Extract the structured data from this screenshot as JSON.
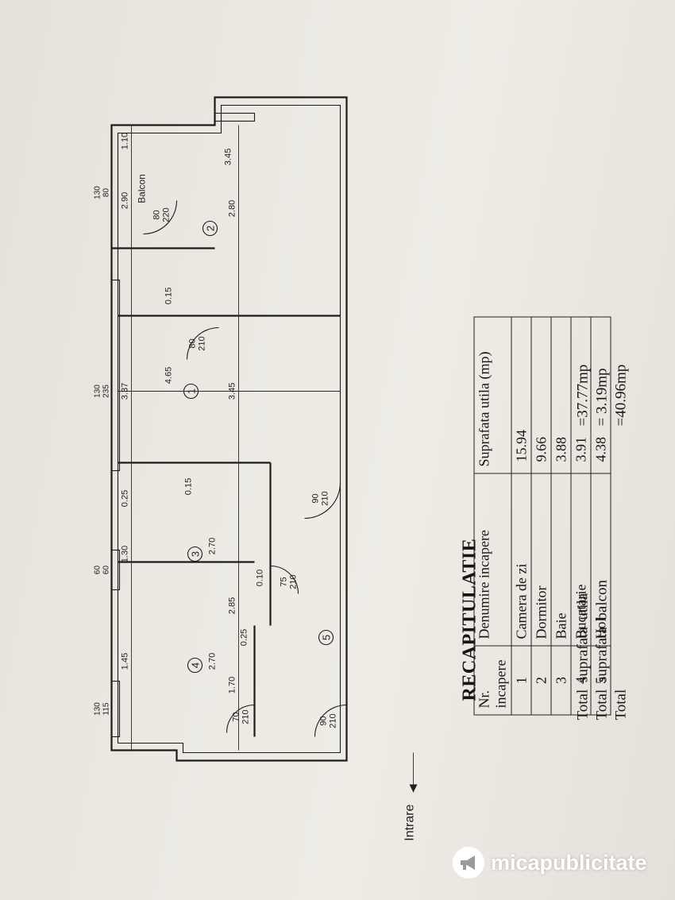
{
  "plan": {
    "entrance_label": "Intrare",
    "balcony_label": "Balcon",
    "room_numbers": [
      "1",
      "2",
      "3",
      "4",
      "5"
    ],
    "dimensions": {
      "top_w1": "1.10",
      "top_w2": "2.90",
      "top_w3": "3.37",
      "top_w4": "0.25",
      "top_w5": "1.30",
      "top_w6": "1.45",
      "left_h": "3.45",
      "room2_w": "2.80",
      "room1_w": "3.45",
      "room1_h": "4.65",
      "wall_015_a": "0.15",
      "wall_015_b": "0.15",
      "bath_h": "2.70",
      "kitchen_h": "2.70",
      "hall_w1": "2.85",
      "hall_w2": "1.70",
      "wall_010": "0.10",
      "wall_025": "0.25"
    },
    "doors": {
      "balcony_door": [
        "80",
        "220"
      ],
      "room1_door": [
        "80",
        "210"
      ],
      "hall_door": [
        "90",
        "210"
      ],
      "bath_door": [
        "75",
        "210"
      ],
      "kitchen_door": [
        "70",
        "210"
      ],
      "entry_door": [
        "90",
        "210"
      ]
    },
    "windows": {
      "balcony_window": [
        "130",
        "80"
      ],
      "living_window": [
        "130",
        "235"
      ],
      "bath_window": [
        "60",
        "60"
      ],
      "kitchen_window": [
        "130",
        "115"
      ]
    }
  },
  "recap": {
    "title": "RECAPITULATIE",
    "headers": [
      "Nr. incapere",
      "Denumire incapere",
      "Suprafata utila (mp)"
    ],
    "rows": [
      [
        "1",
        "Camera de zi",
        "15.94"
      ],
      [
        "2",
        "Dormitor",
        "9.66"
      ],
      [
        "3",
        "Baie",
        "3.88"
      ],
      [
        "4",
        "Bucatarie",
        "3.91"
      ],
      [
        "5",
        "Hol",
        "4.38"
      ]
    ],
    "totals": [
      {
        "label": "Total suprafata utila",
        "value": "=37.77mp"
      },
      {
        "label": "Total suprafata balcon",
        "value": "= 3.19mp"
      },
      {
        "label": "Total",
        "value": "=40.96mp"
      }
    ]
  },
  "watermark": {
    "brand": "micapublicitate"
  }
}
